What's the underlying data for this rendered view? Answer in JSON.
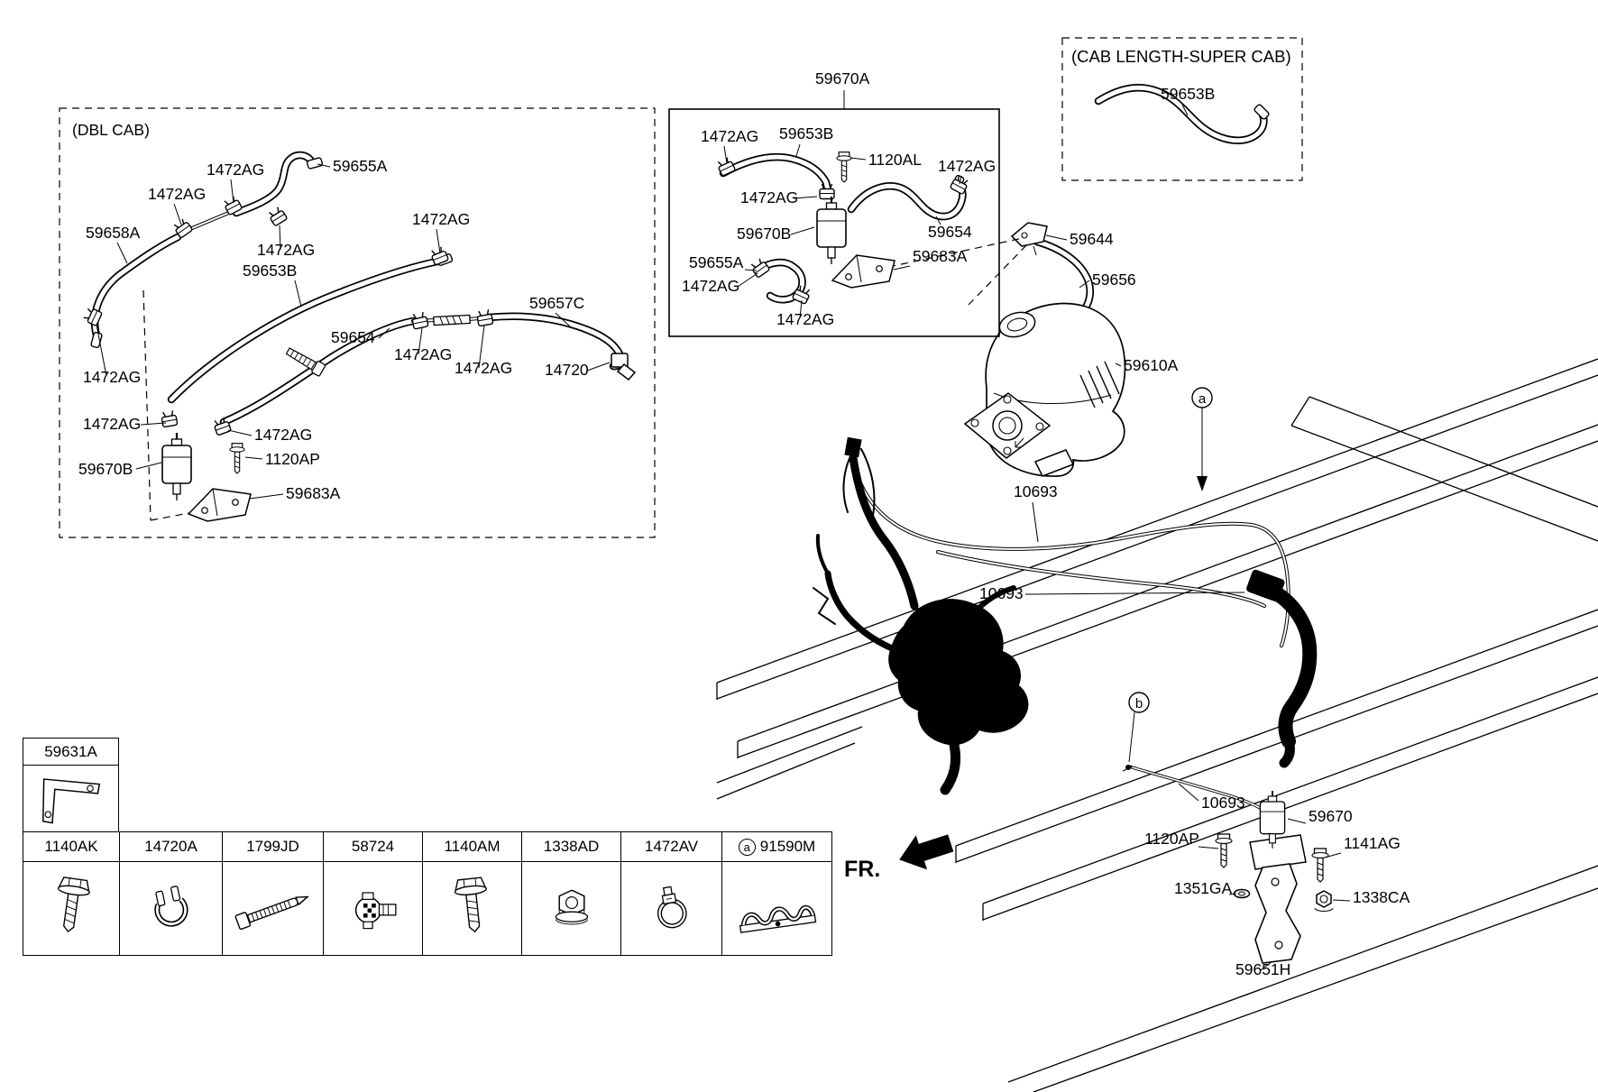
{
  "figure": {
    "fr_label": "FR.",
    "callout_a": "a",
    "callout_b": "b"
  },
  "boxes": {
    "dbl_cab": {
      "title": "(DBL CAB)",
      "labels": [
        "1472AG",
        "59655A",
        "1472AG",
        "59658A",
        "1472AG",
        "1472AG",
        "59653B",
        "59657C",
        "59654",
        "1472AG",
        "1472AG",
        "14720",
        "1472AG",
        "1472AG",
        "1472AG",
        "1120AP",
        "59670B",
        "59683A"
      ]
    },
    "reservoir_assy": {
      "title": "59670A",
      "labels": [
        "1472AG",
        "59653B",
        "1120AL",
        "1472AG",
        "1472AG",
        "59670B",
        "59654",
        "59655A",
        "59683A",
        "1472AG",
        "1472AG"
      ]
    },
    "super_cab": {
      "title": "(CAB LENGTH-SUPER CAB)",
      "labels": [
        "59653B"
      ]
    }
  },
  "chassis": {
    "labels": {
      "bracket_upper": "59644",
      "hose": "59656",
      "actuator": "59610A",
      "fuel_line_1": "10693",
      "fuel_line_2": "10693",
      "fuel_line_3": "10693",
      "bolt_lower": "1120AP",
      "pump": "59670",
      "bolt_right": "1141AG",
      "washer": "1351GA",
      "nut": "1338CA",
      "bracket_lower": "59651H"
    }
  },
  "legend": {
    "bracket": {
      "part": "59631A"
    },
    "columns": [
      {
        "part": "1140AK"
      },
      {
        "part": "14720A"
      },
      {
        "part": "1799JD"
      },
      {
        "part": "58724"
      },
      {
        "part": "1140AM"
      },
      {
        "part": "1338AD"
      },
      {
        "part": "1472AV"
      },
      {
        "part": "91590M",
        "badge": "a"
      }
    ]
  }
}
